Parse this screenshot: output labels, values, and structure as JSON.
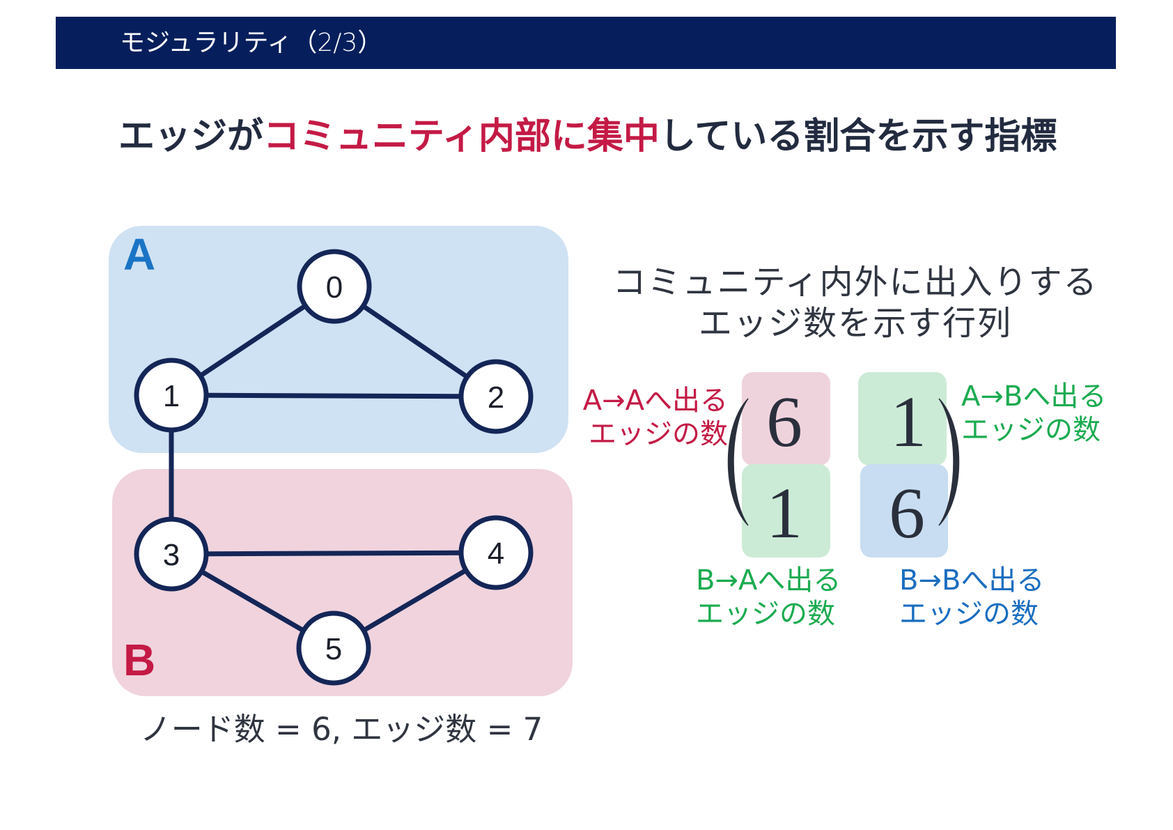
{
  "header": {
    "title": "モジュラリティ（2/3）"
  },
  "headline": {
    "before": "エッジが",
    "highlight": "コミュニティ内部に集中",
    "after": "している割合を示す指標"
  },
  "graph": {
    "communities": [
      {
        "label": "A",
        "color": "#1a74c5",
        "fill": "#cfe2f3"
      },
      {
        "label": "B",
        "color": "#c41a45",
        "fill": "#f0d3dd"
      }
    ],
    "nodes": [
      "0",
      "1",
      "2",
      "3",
      "4",
      "5"
    ],
    "edges": [
      [
        0,
        1
      ],
      [
        0,
        2
      ],
      [
        1,
        2
      ],
      [
        1,
        3
      ],
      [
        3,
        4
      ],
      [
        3,
        5
      ],
      [
        4,
        5
      ]
    ],
    "caption": "ノード数 = 6, エッジ数 = 7"
  },
  "matrix": {
    "description": [
      "コミュニティ内外に出入りする",
      "エッジ数を示す行列"
    ],
    "cells": [
      [
        6,
        1
      ],
      [
        1,
        6
      ]
    ],
    "cell_fills": [
      [
        "#efd3dc",
        "#ccebd6"
      ],
      [
        "#ccebd6",
        "#c8ddf1"
      ]
    ],
    "cell_labels": [
      [
        {
          "lines": [
            "A→Aへ出る",
            "エッジの数"
          ],
          "color": "#c41a45"
        },
        {
          "lines": [
            "A→Bへ出る",
            "エッジの数"
          ],
          "color": "#1bab50"
        }
      ],
      [
        {
          "lines": [
            "B→Aへ出る",
            "エッジの数"
          ],
          "color": "#1bab50"
        },
        {
          "lines": [
            "B→Bへ出る",
            "エッジの数"
          ],
          "color": "#1a6dbf"
        }
      ]
    ]
  },
  "colors": {
    "header_bg": "#061f5c",
    "headline_text": "#222b3f",
    "highlight": "#c41a45",
    "edge": "#142657",
    "text": "#2f3540",
    "matrix_text": "#2a2f3c"
  }
}
